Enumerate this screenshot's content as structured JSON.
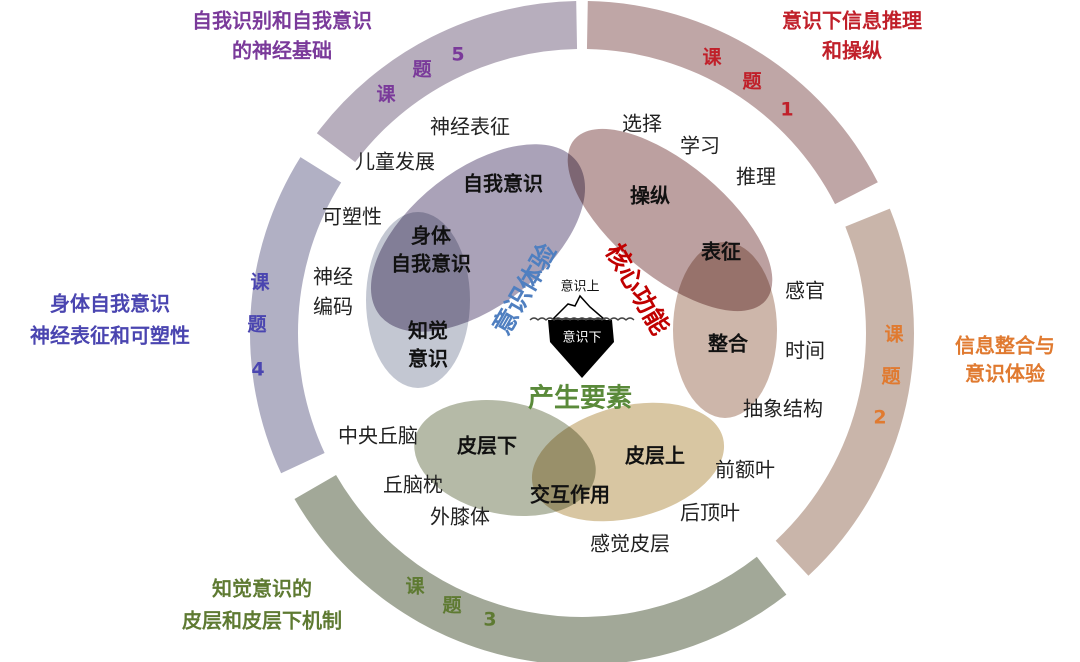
{
  "colors": {
    "topic1": "#c0202a",
    "topic2": "#e07a30",
    "topic3": "#5e7a32",
    "topic4": "#4a45b0",
    "topic5": "#7a3a9a",
    "experience": "#4f7fc0",
    "core": "#c00000",
    "factors": "#5a8a3a"
  },
  "topics": [
    {
      "ke": "课",
      "ti": "题",
      "num": "1",
      "title_lines": [
        "意识下信息推理",
        "和操纵"
      ]
    },
    {
      "ke": "课",
      "ti": "题",
      "num": "2",
      "title_lines": [
        "信息整合与",
        "意识体验"
      ]
    },
    {
      "ke": "课",
      "ti": "题",
      "num": "3",
      "title_lines": [
        "知觉意识的",
        "皮层和皮层下机制"
      ]
    },
    {
      "ke": "课",
      "ti": "题",
      "num": "4",
      "title_lines": [
        "身体自我意识",
        "神经表征和可塑性"
      ]
    },
    {
      "ke": "课",
      "ti": "题",
      "num": "5",
      "title_lines": [
        "自我识别和自我意识",
        "的神经基础"
      ]
    }
  ],
  "center": {
    "experience": "意识体验",
    "core_function": "核心功能",
    "factors": "产生要素",
    "above": "意识上",
    "below": "意识下"
  },
  "self_cluster": {
    "self_awareness": "自我意识",
    "body_self": [
      "身体",
      "自我意识"
    ],
    "perceptual": [
      "知觉",
      "意识"
    ],
    "keywords": [
      "神经表征",
      "儿童发展",
      "可塑性"
    ],
    "coding": [
      "神经",
      "编码"
    ]
  },
  "core_cluster": {
    "manipulate": "操纵",
    "represent": "表征",
    "integrate": "整合",
    "keywords": [
      "选择",
      "学习",
      "推理",
      "感官",
      "时间",
      "抽象结构"
    ]
  },
  "factor_cluster": {
    "subcortical": "皮层下",
    "cortical": "皮层上",
    "interaction": "交互作用",
    "keywords": [
      "中央丘脑",
      "丘脑枕",
      "外膝体",
      "前额叶",
      "后顶叶",
      "感觉皮层"
    ]
  }
}
